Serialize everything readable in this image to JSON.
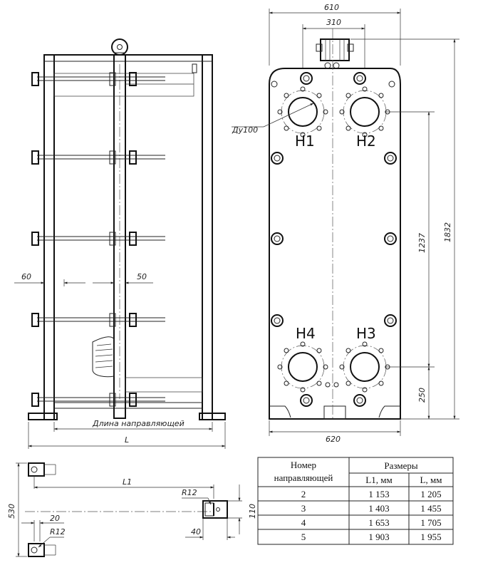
{
  "front_view": {
    "dims": {
      "d610": "610",
      "d310": "310",
      "d1832": "1832",
      "d1237": "1237",
      "d250": "250",
      "d620": "620",
      "du100": "Ду100"
    },
    "ports": {
      "h1": "H1",
      "h2": "H2",
      "h3": "H3",
      "h4": "H4"
    }
  },
  "side_view": {
    "dims": {
      "d60": "60",
      "d50": "50",
      "guide_length": "Длина направляющей",
      "L": "L"
    }
  },
  "detail_view": {
    "dims": {
      "L1": "L1",
      "d530": "530",
      "R12_top": "R12",
      "d20": "20",
      "R12_bottom": "R12",
      "d110": "110",
      "d40": "40"
    }
  },
  "table": {
    "header_col1_line1": "Номер",
    "header_col1_line2": "направляющей",
    "header_group": "Размеры",
    "sub_L1": "L1, мм",
    "sub_L": "L, мм",
    "rows": [
      {
        "num": "2",
        "L1": "1 153",
        "L": "1 205"
      },
      {
        "num": "3",
        "L1": "1 403",
        "L": "1 455"
      },
      {
        "num": "4",
        "L1": "1 653",
        "L": "1 705"
      },
      {
        "num": "5",
        "L1": "1 903",
        "L": "1 955"
      }
    ]
  }
}
